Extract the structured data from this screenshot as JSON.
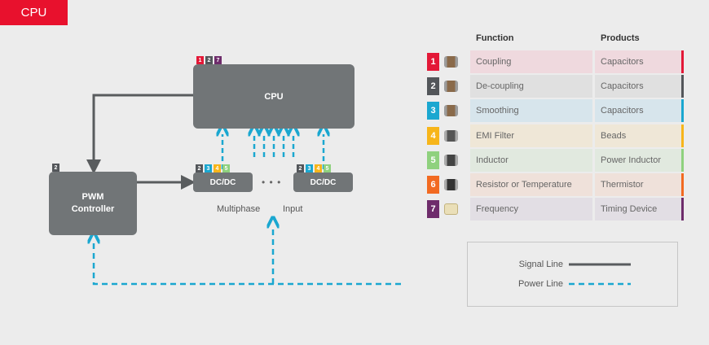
{
  "header_tag": "CPU",
  "blocks": {
    "cpu": "CPU",
    "pwm": "PWM\nController",
    "dc_left": "DC/DC",
    "dc_right": "DC/DC",
    "ellipsis": "• • •"
  },
  "captions": {
    "multiphase": "Multiphase",
    "input": "Input"
  },
  "badges": {
    "cpu": [
      "1",
      "2",
      "7"
    ],
    "pwm": [
      "2"
    ],
    "dc_left": [
      "2",
      "3",
      "4",
      "5"
    ],
    "dc_right": [
      "2",
      "3",
      "4",
      "5"
    ]
  },
  "table": {
    "function_header": "Function",
    "products_header": "Products",
    "rows": [
      {
        "num": "1",
        "function": "Coupling",
        "product": "Capacitors",
        "color": "#e31837",
        "tint": "#efd9de",
        "component": "capacitor"
      },
      {
        "num": "2",
        "function": "De-coupling",
        "product": "Capacitors",
        "color": "#53565a",
        "tint": "#e0e0e0",
        "component": "capacitor"
      },
      {
        "num": "3",
        "function": "Smoothing",
        "product": "Capacitors",
        "color": "#1aa7d0",
        "tint": "#d7e5ec",
        "component": "capacitor"
      },
      {
        "num": "4",
        "function": "EMI Filter",
        "product": "Beads",
        "color": "#f7b51a",
        "tint": "#efe7d7",
        "component": "bead"
      },
      {
        "num": "5",
        "function": "Inductor",
        "product": "Power Inductor",
        "color": "#8fd17e",
        "tint": "#e1e9df",
        "component": "inductor"
      },
      {
        "num": "6",
        "function": "Resistor or Temperature",
        "product": "Thermistor",
        "color": "#f26a21",
        "tint": "#efe1da",
        "component": "thermistor"
      },
      {
        "num": "7",
        "function": "Frequency",
        "product": "Timing Device",
        "color": "#6e2c6b",
        "tint": "#e2dee4",
        "component": "crystal"
      }
    ]
  },
  "legend": {
    "signal_line": "Signal Line",
    "power_line": "Power Line",
    "signal_color": "#595c5e",
    "power_color": "#1aa7d0"
  }
}
